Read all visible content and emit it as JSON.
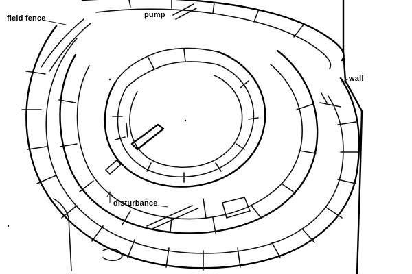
{
  "labels": {
    "field_fence": "field fence",
    "pump": "pump",
    "wall": "wall",
    "disturbance": "disturbance"
  },
  "colors": {
    "ink": "#111111",
    "paper": "#ffffff"
  }
}
